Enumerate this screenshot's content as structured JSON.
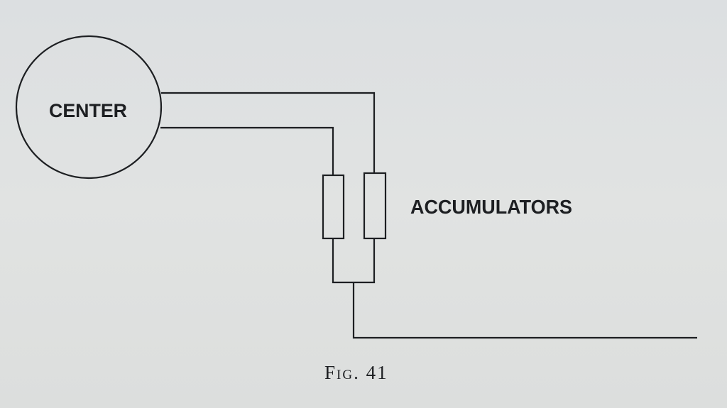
{
  "diagram": {
    "center_label": "CENTER",
    "accumulators_label": "ACCUMULATORS",
    "caption": "Fig. 41"
  },
  "colors": {
    "ink": "#1d1f22",
    "paper": "#dfe1e1"
  }
}
